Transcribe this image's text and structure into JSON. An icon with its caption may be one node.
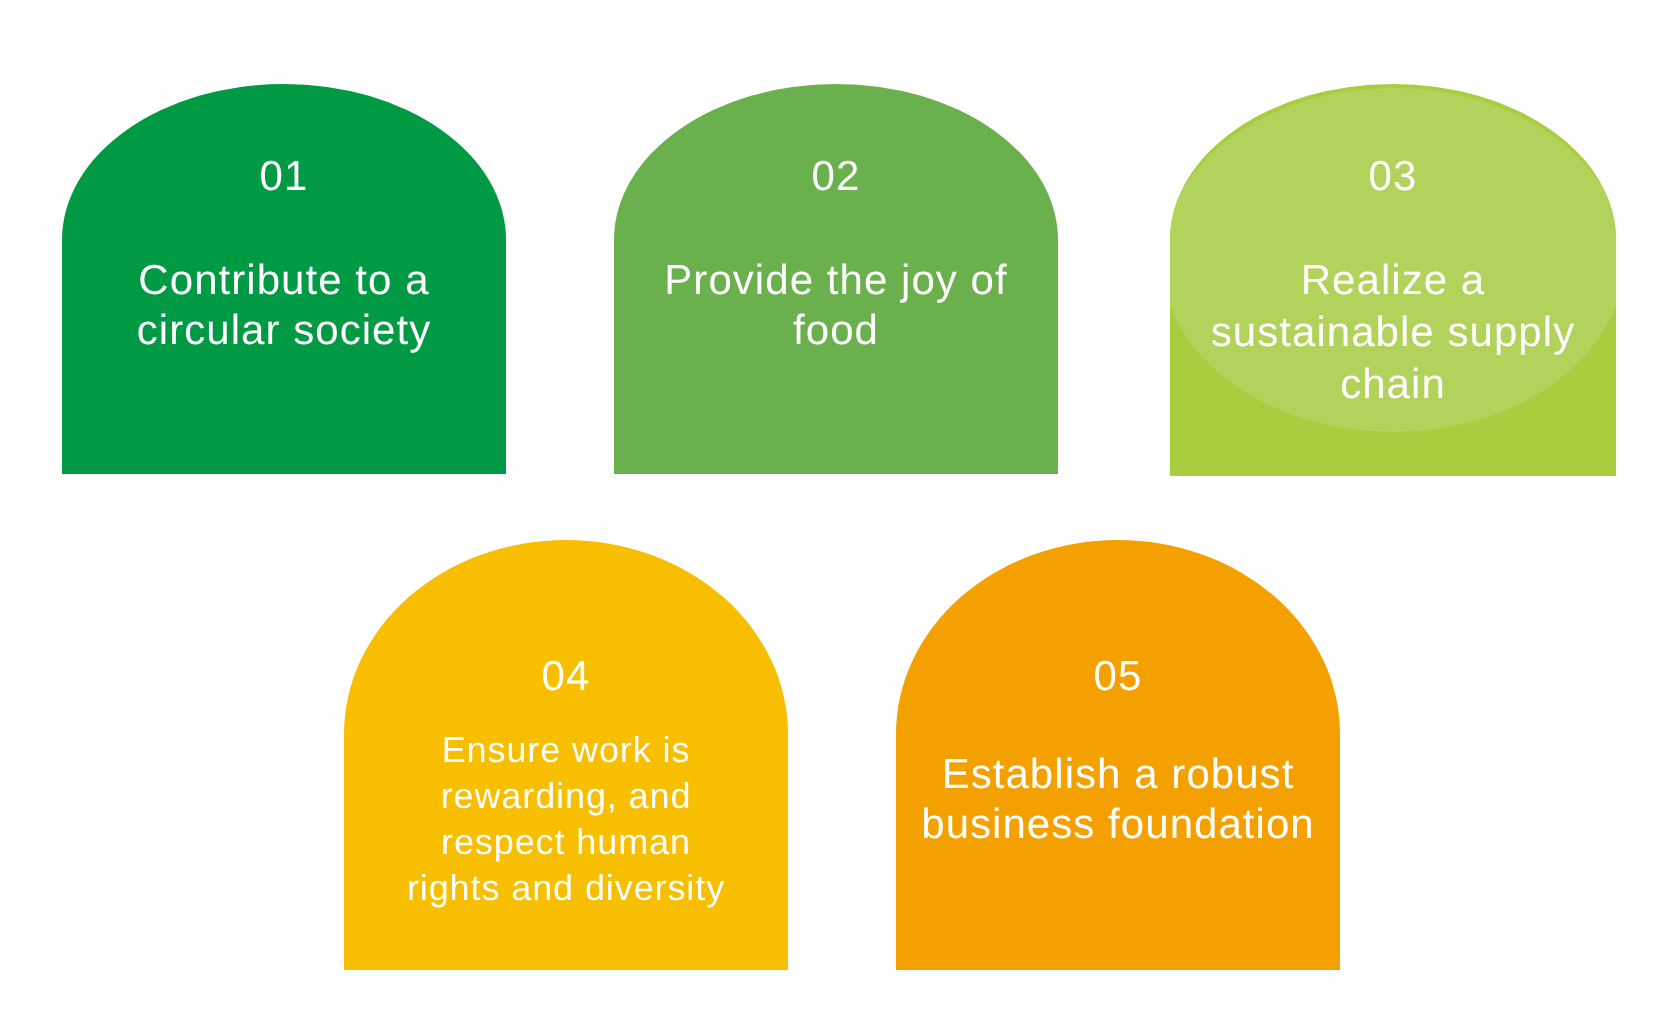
{
  "diagram": {
    "nodes": [
      {
        "text": [
          "01",
          "Contribute to a circular society"
        ]
      },
      {
        "text": [
          "02",
          "Provide the joy of food"
        ]
      },
      {
        "text": [
          "03",
          "Realize a sustainable supply chain"
        ]
      },
      {
        "text": [
          "04",
          "Ensure work is rewarding, and respect human rights and diversity"
        ]
      },
      {
        "text": [
          "05",
          "Establish a robust business foundation"
        ]
      }
    ]
  }
}
